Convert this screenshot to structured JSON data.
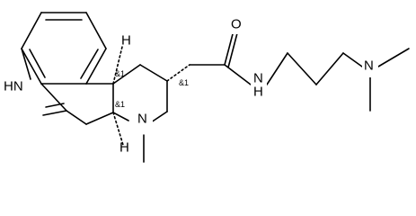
{
  "molecule": {
    "atoms": {
      "indole_nh": "HN",
      "amide_o": "O",
      "amide_nh": "H\nN",
      "amide_nh_h": "H",
      "amide_nh_n": "N",
      "ring_n": "N",
      "dimethylamino_n": "N",
      "h_top": "H",
      "h_bottom": "H"
    },
    "stereo_labels": {
      "c10": "&1",
      "c5": "&1",
      "c8": "&1"
    },
    "colors": {
      "bond": "#000000",
      "background": "#ffffff"
    }
  }
}
